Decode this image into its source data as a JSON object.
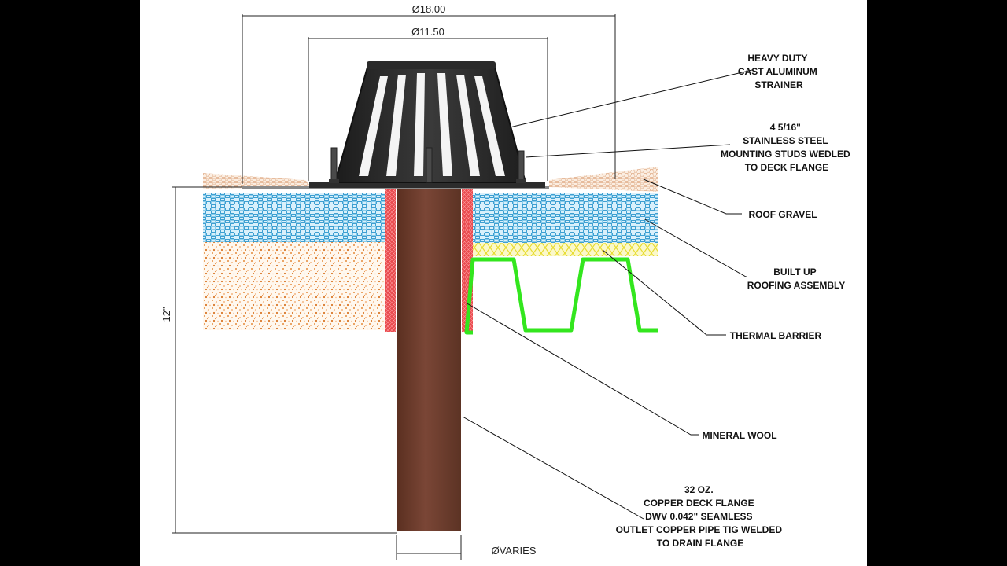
{
  "dimensions": {
    "outer_diameter": "Ø18.00",
    "strainer_diameter": "Ø11.50",
    "height": "12\"",
    "pipe_diameter": "ØVARIES"
  },
  "callouts": [
    {
      "id": "strainer",
      "lines": [
        "HEAVY DUTY",
        "CAST ALUMINUM",
        "STRAINER"
      ]
    },
    {
      "id": "studs",
      "lines": [
        "4 5/16\"",
        "STAINLESS STEEL",
        "MOUNTING STUDS WEDLED",
        "TO DECK FLANGE"
      ]
    },
    {
      "id": "gravel",
      "lines": [
        "ROOF GRAVEL"
      ]
    },
    {
      "id": "roofing",
      "lines": [
        "BUILT UP",
        "ROOFING ASSEMBLY"
      ]
    },
    {
      "id": "thermal",
      "lines": [
        "THERMAL BARRIER"
      ]
    },
    {
      "id": "wool",
      "lines": [
        "MINERAL WOOL"
      ]
    },
    {
      "id": "pipe",
      "lines": [
        "32 OZ.",
        "COPPER DECK FLANGE",
        "DWV 0.042\" SEAMLESS",
        "OUTLET COPPER PIPE TIG WELDED",
        "TO DRAIN FLANGE"
      ]
    }
  ],
  "colors": {
    "pipe": "#6b3b2a",
    "strainer": "#2b2b2b",
    "mineral_wool": "#e0464b",
    "deck": "#33e61e",
    "insulation_blue": "#5ab2d8",
    "fill_orange": "#e9b08a",
    "gravel": "#f0c7a8",
    "thermal": "#f1ee5a"
  }
}
